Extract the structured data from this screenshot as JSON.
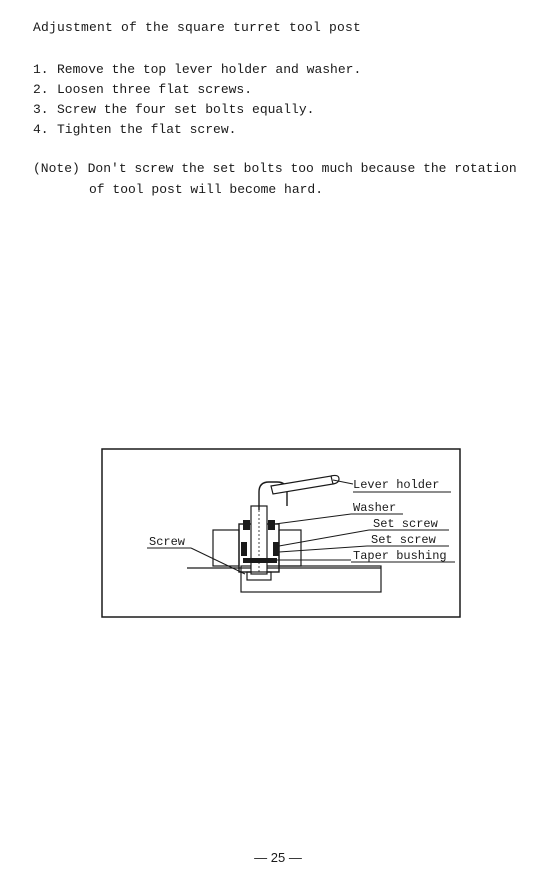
{
  "title": "Adjustment of the square turret tool post",
  "steps": [
    {
      "num": "1.",
      "text": "Remove the top lever holder and washer."
    },
    {
      "num": "2.",
      "text": "Loosen three flat screws."
    },
    {
      "num": "3.",
      "text": "Screw the four set bolts equally."
    },
    {
      "num": "4.",
      "text": "Tighten the flat screw."
    }
  ],
  "note": {
    "prefix": "(Note)",
    "line1": "Don't screw the set bolts too much because the rotation",
    "line2": "of tool post will become hard."
  },
  "figure": {
    "labels": {
      "lever_holder": "Lever holder",
      "washer": "Washer",
      "set_screw_1": "Set screw",
      "set_screw_2": "Set screw",
      "taper_bushing": "Taper bushing",
      "screw": "Screw"
    }
  },
  "footer": {
    "page_number": "— 25 —"
  }
}
